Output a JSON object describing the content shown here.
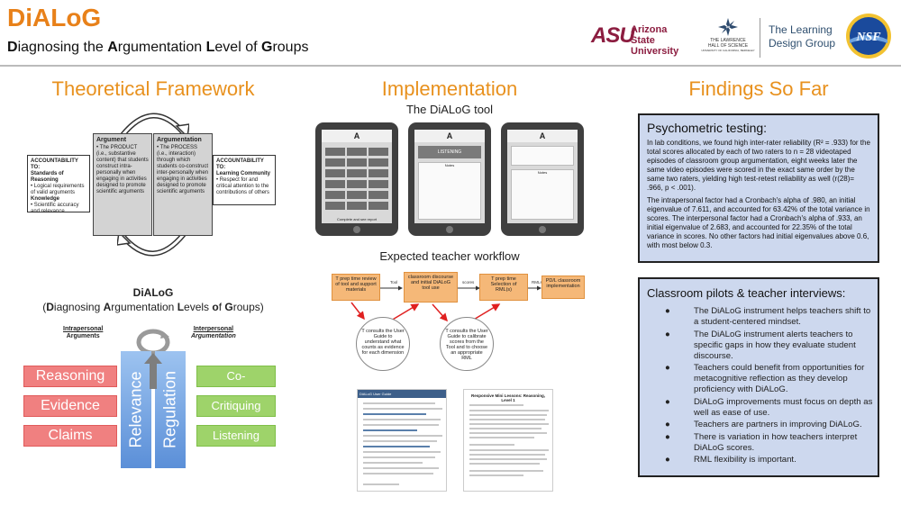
{
  "header": {
    "title": "DiALoG",
    "subtitle_parts": [
      {
        "b": "D",
        "t": "iagnosing the "
      },
      {
        "b": "A",
        "t": "rgumentation "
      },
      {
        "b": "L",
        "t": "evel of "
      },
      {
        "b": "G",
        "t": "roups"
      }
    ],
    "logos": {
      "asu_mark": "ASU",
      "asu_line1": "Arizona State",
      "asu_line2": "University",
      "lhs_line1": "THE LAWRENCE",
      "lhs_line2": "HALL OF SCIENCE",
      "lhs_line3": "UNIVERSITY OF CALIFORNIA, BERKELEY",
      "ldg_line1": "The Learning",
      "ldg_line2": "Design Group",
      "nsf": "NSF"
    }
  },
  "theory": {
    "heading": "Theoretical Framework",
    "acct_left": {
      "title1": "ACCOUNTABILITY TO:",
      "title2": "Standards of Reasoning",
      "b1": "• Logical requirements of valid arguments",
      "title3": "Knowledge",
      "b2": "• Scientific accuracy and relevance"
    },
    "argument": {
      "heading": "Argument",
      "body": "• The PRODUCT (i.e., substantive content) that students construct intra-personally when engaging in activities designed to promote scientific arguments"
    },
    "argumentation": {
      "heading": "Argumentation",
      "body": "• The PROCESS (i.e., interaction) through which students co-construct inter-personally when engaging in activities designed to promote scientific arguments"
    },
    "acct_right": {
      "title1": "ACCOUNTABILITY TO:",
      "title2": "Learning Community",
      "b1": "• Respect for and critical attention to the contributions of others"
    },
    "dialog_heading": "DiALoG",
    "dialog_sub_parts": [
      {
        "t": "("
      },
      {
        "b": "D",
        "t": "iagnosing "
      },
      {
        "b": "A",
        "t": "rgumentation "
      },
      {
        "b": "L",
        "t": "evels "
      },
      {
        "b": "o",
        "t": "f "
      },
      {
        "b": "G",
        "t": "roups)"
      }
    ],
    "intra_line1": "Intrapersonal",
    "intra_line2": "Arguments",
    "inter_line1": "Interpersonal",
    "inter_line2": "Argumentation",
    "left_items": [
      "Reasoning",
      "Evidence",
      "Claims"
    ],
    "right_items": [
      "Co-constructing",
      "Critiquing",
      "Listening"
    ],
    "pillar_left": "Relevance",
    "pillar_right": "Regulation"
  },
  "implementation": {
    "heading": "Implementation",
    "tool_heading": "The DiALoG tool",
    "tablet_letter": "A",
    "tablet_footer": "Complete and see report",
    "tablet2_label": "LISTENING",
    "screen_notes": "Notes",
    "workflow_heading": "Expected teacher workflow",
    "wf_prep": "T prep time review of tool and support materials",
    "wf_class": "classroom discourse and initial DiALoG tool use",
    "wf_prep2": "T prep time Selection of RML(s)",
    "wf_pd": "PD/L classroom implementation",
    "wf_tool": "Tool",
    "wf_scores": "scores",
    "wf_rmls": "RMLs",
    "wf_c1": "T consults the User Guide to understand what counts as evidence for each dimension",
    "wf_c2": "T consults the User Guide to calibrate scores from the Tool and to choose an appropriate RML",
    "doc1_title": "DiALoG User Guide",
    "doc2_title": "Responsive Mini Lessons: Reasoning, Level 1"
  },
  "findings": {
    "heading": "Findings So Far",
    "psych": {
      "heading": "Psychometric testing:",
      "p1": "In lab conditions, we found high inter-rater reliability (R² = .933) for the total scores allocated by each of two raters to n = 28 videotaped episodes of classroom group argumentation, eight weeks later the same video episodes were scored in the exact same order by the same two raters, yielding high test-retest reliability as well (r(28)= .966, p < .001).",
      "p2": "The intrapersonal factor had a Cronbach's alpha of .980, an initial eigenvalue of 7.611, and accounted for 63.42% of the total variance in scores. The interpersonal factor had a Cronbach's alpha of .933, an initial eigenvalue of 2.683, and accounted for 22.35% of the total variance in scores. No other factors had initial eigenvalues above 0.6, with most below 0.3."
    },
    "pilots": {
      "heading": "Classroom pilots & teacher interviews:",
      "items": [
        "The DiALoG instrument helps teachers shift to a student-centered mindset.",
        "The DiALoG instrument alerts teachers to specific gaps in how they evaluate student discourse.",
        "Teachers could benefit from opportunities for metacognitive reflection as they develop proficiency with DiALoG.",
        "DiALoG improvements must focus on depth as well as ease of use.",
        "Teachers are partners in improving DiALoG.",
        "There is variation in how teachers interpret DiALoG scores.",
        "RML flexibility is important."
      ]
    }
  }
}
